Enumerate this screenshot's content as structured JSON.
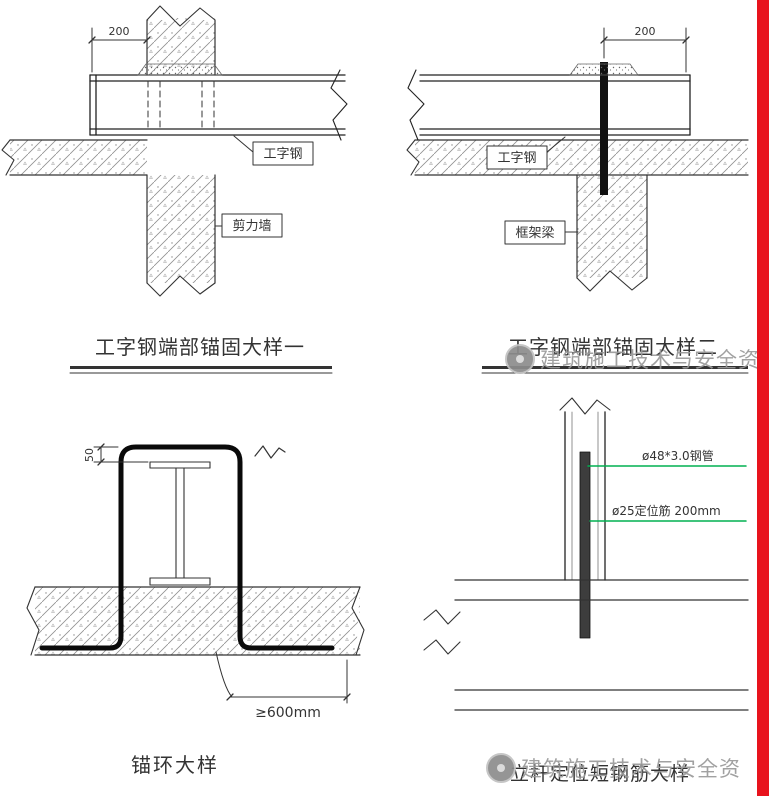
{
  "colors": {
    "accent_red": "#e8131d",
    "leader_green": "#00b050",
    "line_dark": "#2a2a2a",
    "watermark_grey": "#9a9a9a"
  },
  "watermark": {
    "text": "建筑施工技术与安全资"
  },
  "details": {
    "tl": {
      "dim": "200",
      "beam_label": "工字钢",
      "wall_label": "剪力墙",
      "title": "工字钢端部锚固大样一"
    },
    "tr": {
      "dim": "200",
      "beam_label": "工字钢",
      "frame_beam_label": "框架梁",
      "title": "工字钢端部锚固大样二"
    },
    "bl": {
      "dim_height": "50",
      "dim_embed": "≥600mm",
      "title": "锚环大样"
    },
    "br": {
      "pipe_label": "ø48*3.0钢管",
      "rebar_label": "ø25定位筋 200mm",
      "title": "立杆定位短钢筋大样"
    }
  }
}
